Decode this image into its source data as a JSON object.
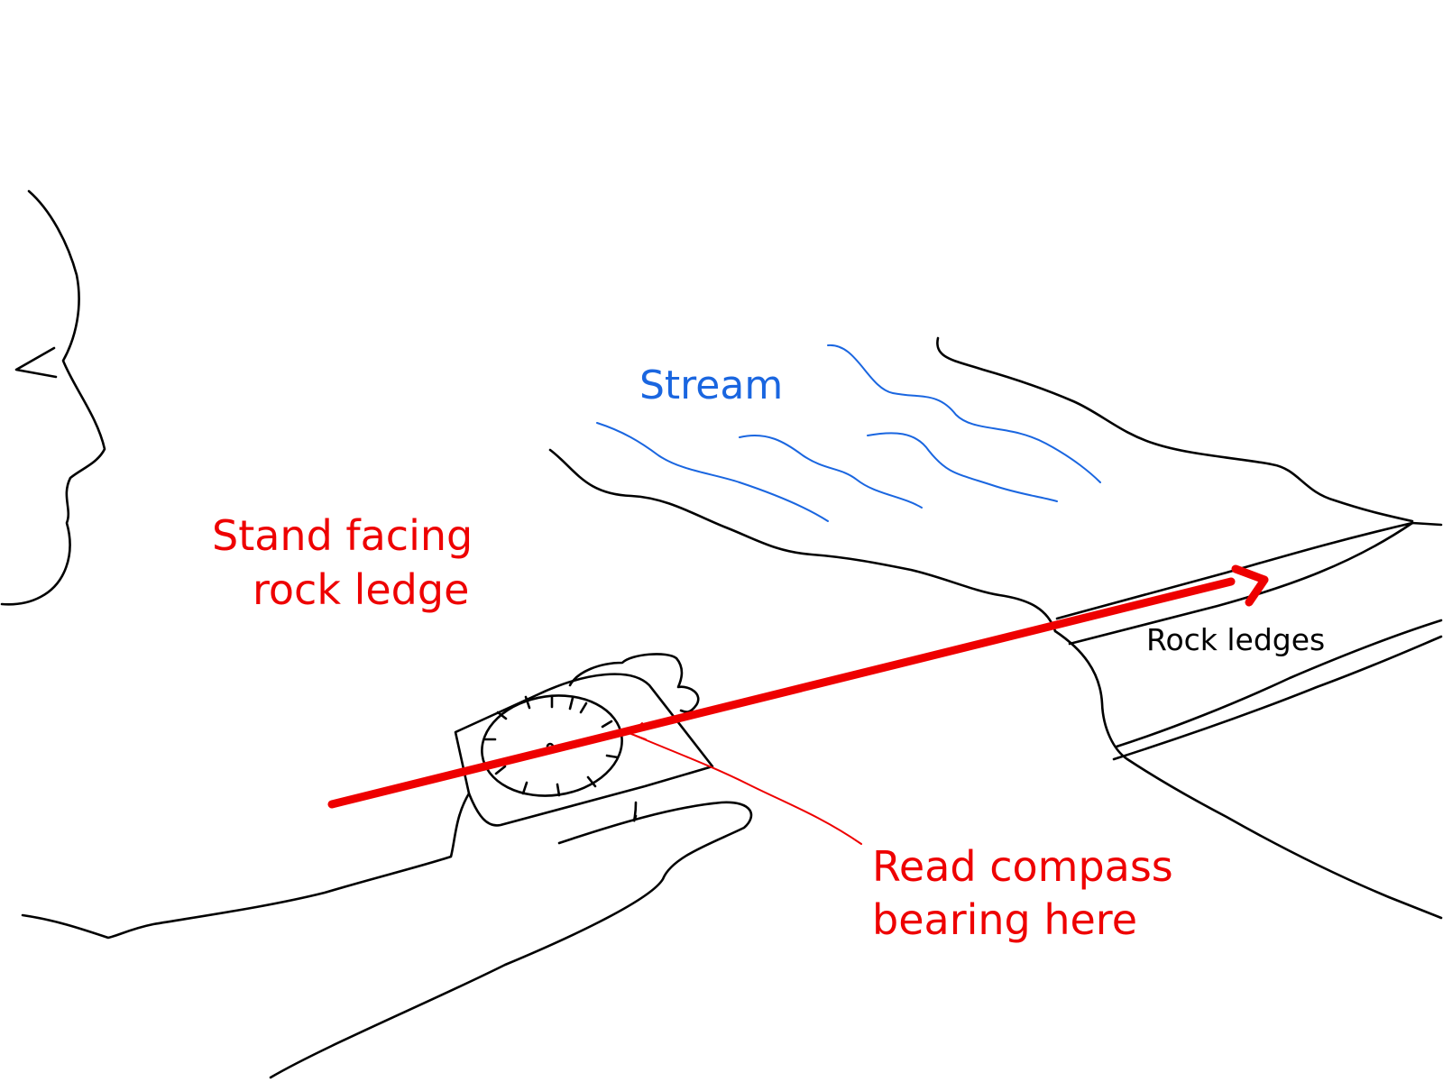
{
  "labels": {
    "stream": "Stream",
    "stand_facing_line1": "Stand facing",
    "stand_facing_line2": "rock ledge",
    "rock_ledges": "Rock ledges",
    "read_compass_line1": "Read compass",
    "read_compass_line2": "bearing here"
  },
  "colors": {
    "annotation": "#ee0000",
    "stream": "#1a66e0",
    "outline": "#000000",
    "background": "#ffffff"
  }
}
